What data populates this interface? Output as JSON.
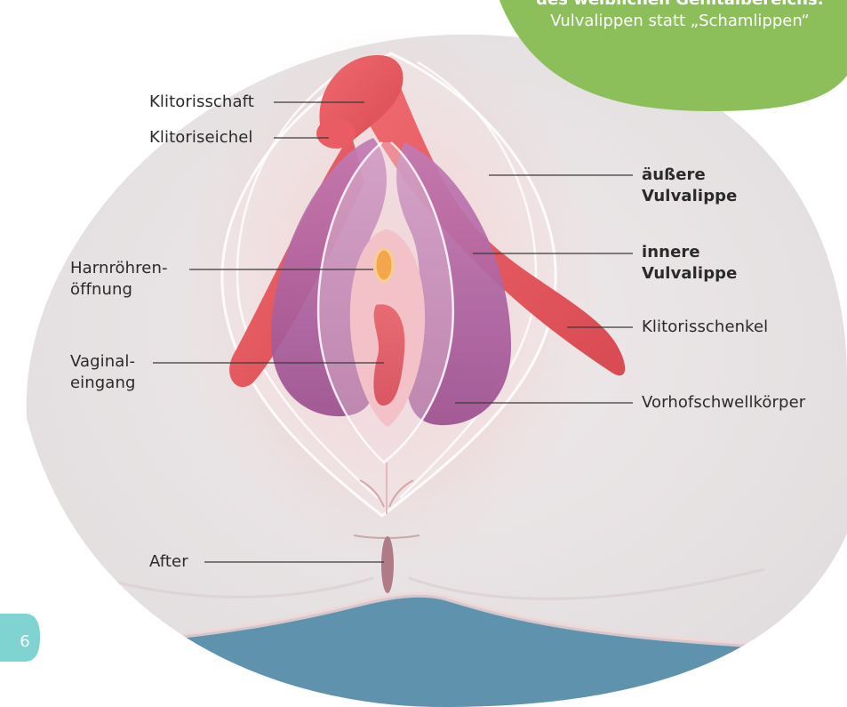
{
  "callout": {
    "title": "des weiblichen Genitalbereichs:",
    "subtitle": "Vulvalippen statt „Schamlippen“"
  },
  "labels": {
    "klitorisschaft": "Klitorisschaft",
    "klitoriseichel": "Klitoriseichel",
    "aeussere_vulvalippe": [
      "äußere",
      "Vulvalippe"
    ],
    "innere_vulvalippe": [
      "innere",
      "Vulvalippe"
    ],
    "harnroehrenoeffnung": [
      "Harnröhren-",
      "öffnung"
    ],
    "vaginaleingang": [
      "Vaginal-",
      "eingang"
    ],
    "klitorisschenkel": "Klitorisschenkel",
    "vorhofschwellkoerper": "Vorhofschwellkörper",
    "after": "After"
  },
  "page_number": "6",
  "colors": {
    "background_oval": "#e5e1e2",
    "callout_green": "#8cbf5a",
    "clitoris_red": "#e4545b",
    "vestibular_purple": "#b56aa3",
    "blue_band": "#5f93ad",
    "page_badge": "#7fd3d1"
  }
}
